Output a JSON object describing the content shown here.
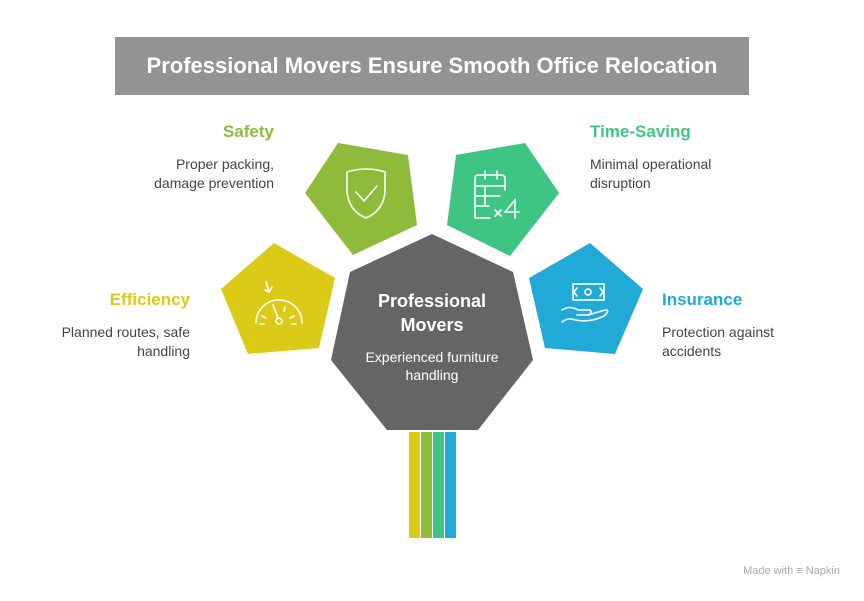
{
  "title": "Professional Movers Ensure Smooth Office Relocation",
  "center": {
    "title": "Professional Movers",
    "description": "Experienced furniture handling",
    "color": "#656565"
  },
  "items": [
    {
      "label": "Safety",
      "description_line1": "Proper packing,",
      "description_line2": "damage prevention",
      "color": "#8fbb3a",
      "icon": "shield-check-icon"
    },
    {
      "label": "Time-Saving",
      "description_line1": "Minimal operational",
      "description_line2": "disruption",
      "color": "#3ec584",
      "icon": "calendar-x4-icon"
    },
    {
      "label": "Efficiency",
      "description_line1": "Planned routes, safe",
      "description_line2": "handling",
      "color": "#dccb16",
      "icon": "speedometer-icon"
    },
    {
      "label": "Insurance",
      "description_line1": "Protection against",
      "description_line2": "accidents",
      "color": "#21a9d8",
      "icon": "money-hand-icon"
    }
  ],
  "footer": {
    "made_with": "Made with",
    "brand": "Napkin"
  }
}
